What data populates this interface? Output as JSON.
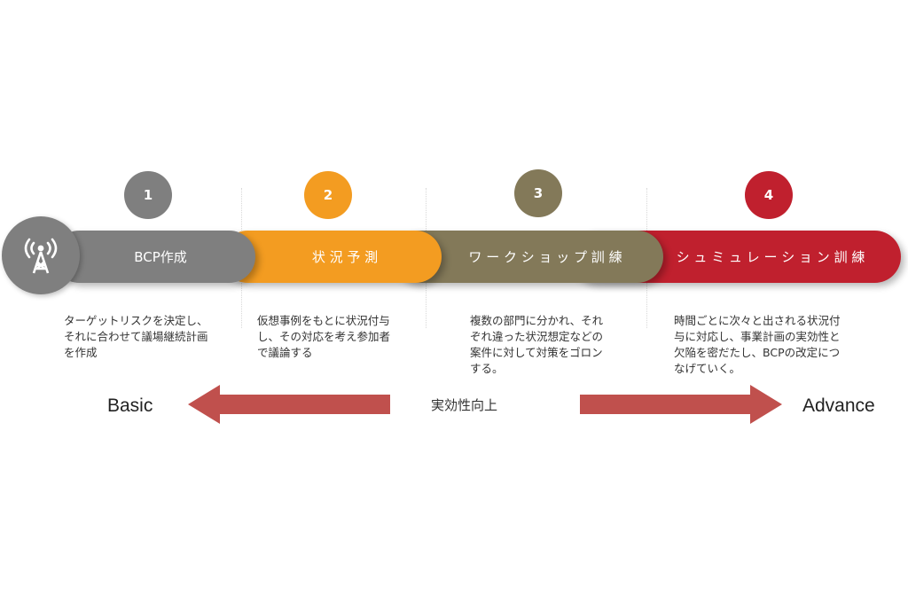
{
  "steps": [
    {
      "number": "1",
      "title": "BCP作成",
      "description": "ターゲットリスクを決定し、\nそれに合わせて議場継続計画\nを作成",
      "color": "#7f7f7f"
    },
    {
      "number": "2",
      "title": "状 況 予 測",
      "description": "仮想事例をもとに状況付与\nし、その対応を考え参加者\nで議論する",
      "color": "#f39c21"
    },
    {
      "number": "3",
      "title": "ワ ー ク シ ョ ッ プ 訓 練",
      "description": "複数の部門に分かれ、それ\nぞれ違った状況想定などの\n案件に対して対策をゴロン\nする。",
      "color": "#837959"
    },
    {
      "number": "4",
      "title": "シ ュ ミ ュ レ ー シ ョ ン 訓 練",
      "description": "時間ごとに次々と出される状況付\n与に対応し、事業計画の実効性と\n欠陥を密だたし、BCPの改定につ\nなげていく。",
      "color": "#c0202e"
    }
  ],
  "scale": {
    "left_label": "Basic",
    "center_label": "実効性向上",
    "right_label": "Advance",
    "arrow_color": "#c0504d"
  },
  "icon": {
    "name": "antenna-tower-icon",
    "color": "#7f7f7f"
  }
}
